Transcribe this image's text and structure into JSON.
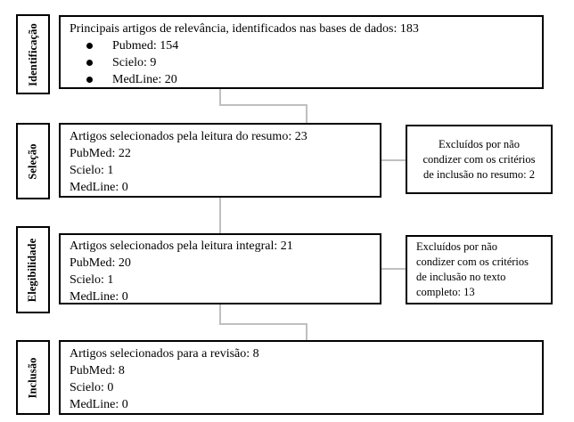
{
  "stages": [
    {
      "label": "Identificação",
      "title": "Principais artigos de relevância, identificados nas bases de dados: 183",
      "bullets": [
        "Pubmed: 154",
        "Scielo: 9",
        "MedLine: 20"
      ]
    },
    {
      "label": "Seleção",
      "lines": [
        "Artigos selecionados pela leitura do resumo: 23",
        "PubMed: 22",
        "Scielo: 1",
        "MedLine: 0"
      ]
    },
    {
      "label": "Elegibilidade",
      "lines": [
        "Artigos selecionados pela leitura integral: 21",
        "PubMed: 20",
        "Scielo: 1",
        "MedLine: 0"
      ]
    },
    {
      "label": "Inclusão",
      "lines": [
        "Artigos selecionados para a revisão: 8",
        "PubMed: 8",
        "Scielo: 0",
        "MedLine: 0"
      ]
    }
  ],
  "exclusions": [
    {
      "lines": [
        "Excluídos por não",
        "condizer com os critérios",
        "de inclusão no resumo: 2"
      ]
    },
    {
      "lines": [
        "Excluídos por não",
        "condizer com os critérios",
        "de inclusão no texto",
        "completo: 13"
      ]
    }
  ]
}
